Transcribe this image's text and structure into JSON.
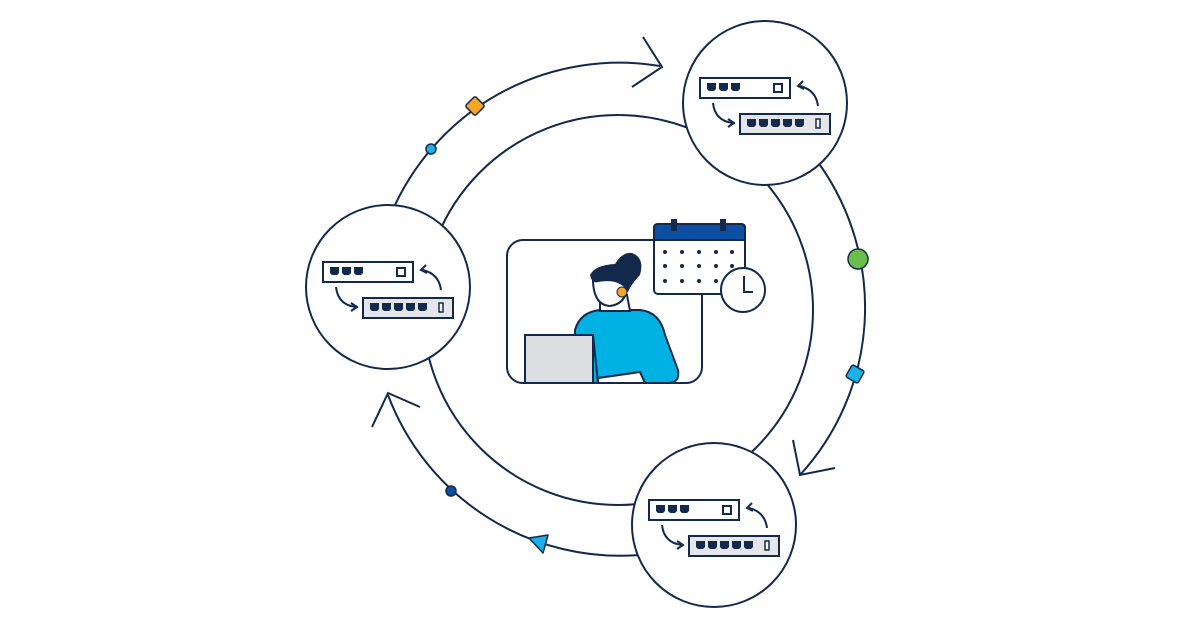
{
  "colors": {
    "outline": "#13294b",
    "calendar_header": "#0b4ea2",
    "sweater": "#00b2e3",
    "headset": "#f5a623",
    "laptop": "#dcdee1",
    "switch_lower_fill": "#e4e6ea",
    "marker_orange": "#f5a623",
    "marker_cyan": "#1ab0e8",
    "marker_green": "#6abf4b",
    "marker_navy": "#0b4ea2"
  },
  "icons": [
    "refresh-cycle-arrows",
    "network-switch",
    "person-with-headset-at-laptop",
    "calendar-icon",
    "clock-icon"
  ]
}
